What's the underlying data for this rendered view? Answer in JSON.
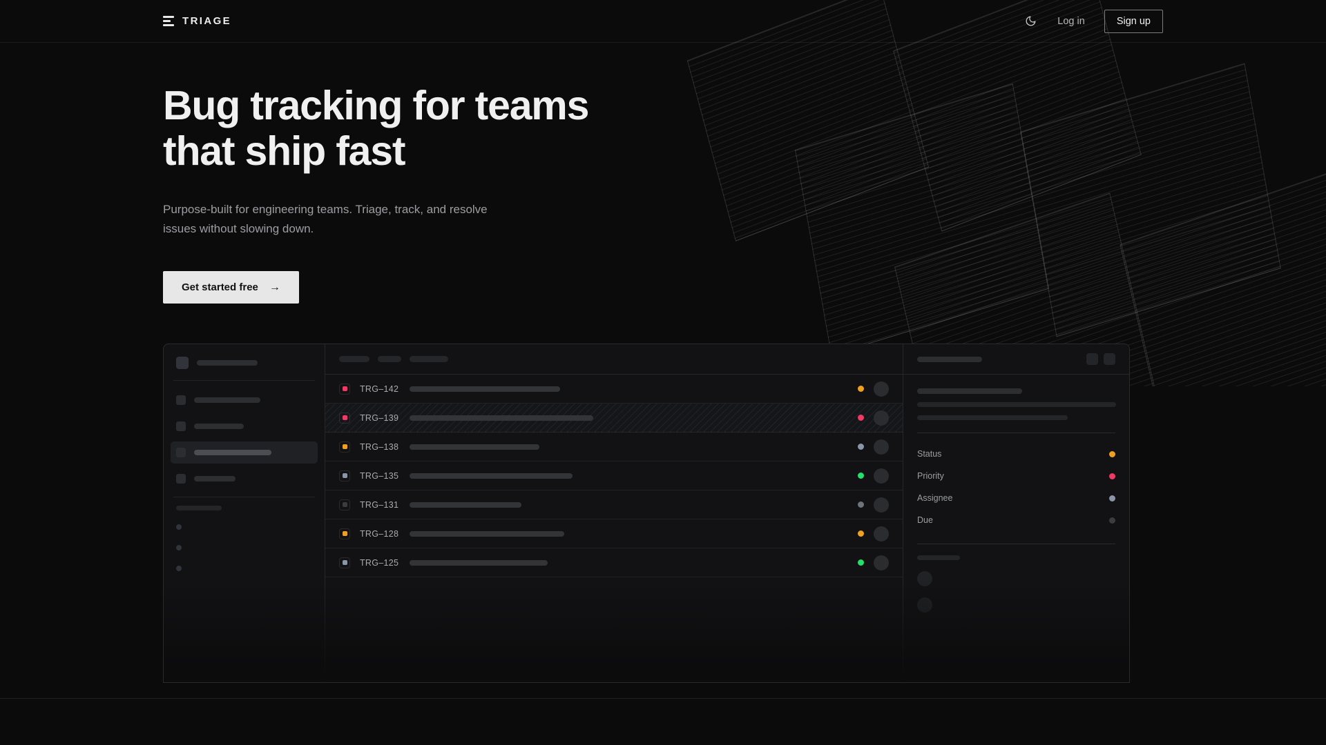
{
  "header": {
    "brand": "TRIAGE",
    "logo_icon": "stacked-bars-logo-icon",
    "theme_toggle_icon": "moon-icon",
    "login_label": "Log in",
    "signup_label": "Sign up"
  },
  "hero": {
    "headline_line1": "Bug tracking for teams",
    "headline_line2": "that ship fast",
    "subhead": "Purpose-built for engineering teams. Triage, track, and resolve issues without slowing down.",
    "cta_label": "Get started free",
    "cta_arrow": "→"
  },
  "colors": {
    "page_bg": "#0b0b0c",
    "panel_bg": "#121214",
    "text_primary": "#f0f0f1",
    "text_muted": "#9d9ea1",
    "cta_bg": "#e7e7e7",
    "amber": "#f0a020",
    "pink": "#ef3a63",
    "green": "#22e06a",
    "slate": "#8a95a8",
    "gray": "#3a3c40"
  },
  "app_mock": {
    "sidebar": {
      "nav_items": [
        {
          "name": "nav-item-1",
          "width": 96,
          "active": false
        },
        {
          "name": "nav-item-2",
          "width": 72,
          "active": false
        },
        {
          "name": "nav-item-3",
          "width": 112,
          "active": true
        },
        {
          "name": "nav-item-4",
          "width": 60,
          "active": false
        }
      ],
      "section_label_width": 66,
      "sub_dots": 3
    },
    "toolbar_chips": [
      44,
      34,
      56
    ],
    "list_columns": [
      "priority",
      "id",
      "title",
      "status",
      "assignee"
    ],
    "rows": [
      {
        "id": "TRG–142",
        "priority_color": "#ef3a63",
        "title_width": 218,
        "status_color": "#f0a020",
        "selected": false
      },
      {
        "id": "TRG–139",
        "priority_color": "#ef3a63",
        "title_width": 266,
        "status_color": "#ef3a63",
        "selected": true
      },
      {
        "id": "TRG–138",
        "priority_color": "#f0a020",
        "title_width": 188,
        "status_color": "#8a95a8",
        "selected": false
      },
      {
        "id": "TRG–135",
        "priority_color": "#8a95a8",
        "title_width": 236,
        "status_color": "#22e06a",
        "selected": false
      },
      {
        "id": "TRG–131",
        "priority_color": "#3a3c40",
        "title_width": 162,
        "status_color": "#6f747c",
        "selected": false
      },
      {
        "id": "TRG–128",
        "priority_color": "#f0a020",
        "title_width": 224,
        "status_color": "#f0a020",
        "selected": false
      },
      {
        "id": "TRG–125",
        "priority_color": "#8a95a8",
        "title_width": 200,
        "status_color": "#22e06a",
        "selected": false
      }
    ],
    "detail": {
      "header_title_width": 94,
      "header_buttons": [
        "detail-action-1",
        "detail-action-2"
      ],
      "body_lines": [
        152,
        288,
        218
      ],
      "meta": [
        {
          "label": "Status",
          "color": "#f0a020"
        },
        {
          "label": "Priority",
          "color": "#ef3a63"
        },
        {
          "label": "Assignee",
          "color": "#8a95a8"
        },
        {
          "label": "Due",
          "color": "#3a3c40"
        }
      ],
      "footer_label_width": 62,
      "footer_avatars": 2
    }
  }
}
